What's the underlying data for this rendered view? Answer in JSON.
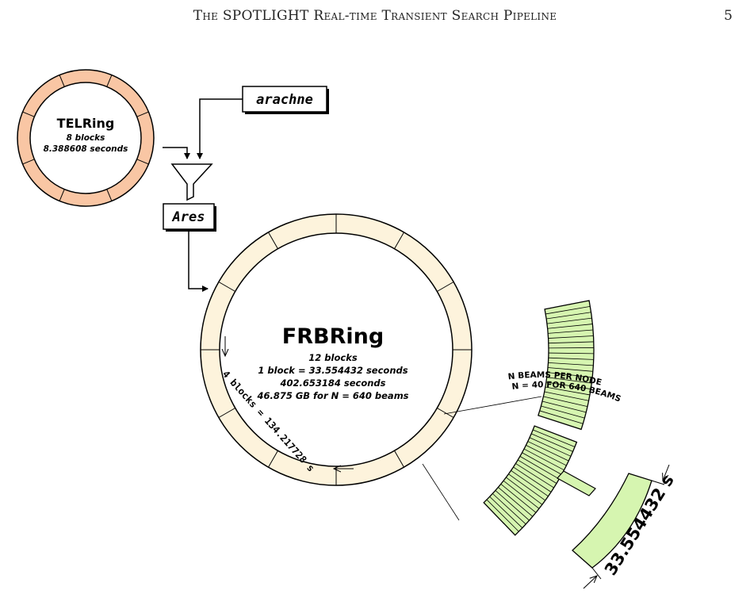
{
  "header": {
    "running_title": "The SPOTLIGHT Real-time Transient Search Pipeline",
    "page_number": "5"
  },
  "figure": {
    "telring": {
      "name": "TELRing",
      "blocks": "8 blocks",
      "duration": "8.388608 seconds"
    },
    "arachne_label": "arachne",
    "ares_label": "Ares",
    "frbring": {
      "name": "FRBRing",
      "blocks": "12 blocks",
      "block_duration": "1 block = 33.554432 seconds",
      "total_duration": "402.653184 seconds",
      "size": "46.875 GB for N = 640 beams"
    },
    "arc_label": "4 blocks = 134.217728 s",
    "beams_note_line1": "N BEAMS PER NODE",
    "beams_note_line2": "N = 40 FOR 640 BEAMS",
    "block_label": "33.554432 s",
    "colors": {
      "telring_fill": "#f9c6a4",
      "frbring_fill": "#fdf3dc",
      "beam_fill": "#d6f5b0"
    }
  }
}
